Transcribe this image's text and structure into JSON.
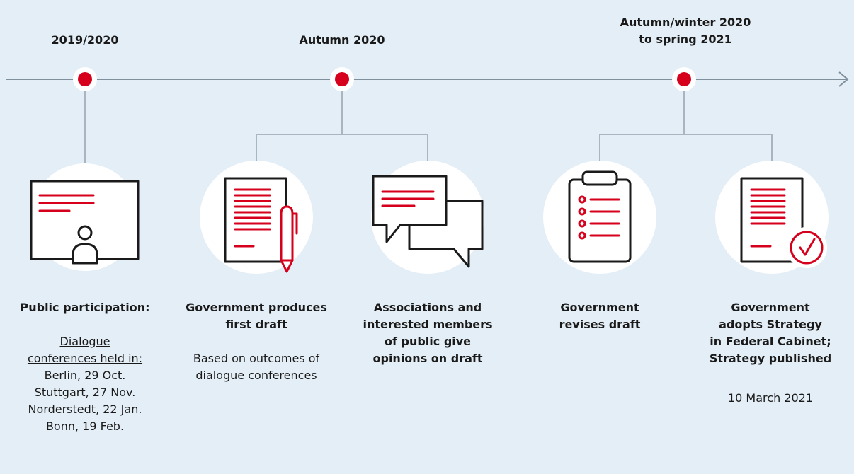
{
  "periods": [
    {
      "label": "2019/2020"
    },
    {
      "label": "Autumn 2020"
    },
    {
      "label": "Autumn/winter 2020",
      "label2": "to spring 2021"
    }
  ],
  "steps": [
    {
      "title": "Public participation:",
      "sub_underlined_1": "Dialogue",
      "sub_underlined_2": "conferences held in:",
      "events": [
        "Berlin, 29 Oct.",
        "Stuttgart, 27 Nov.",
        "Norderstedt, 22 Jan.",
        "Bonn, 19 Feb."
      ],
      "icon": "presentation-icon"
    },
    {
      "title_1": "Government produces",
      "title_2": "first draft",
      "sub_1": "Based on outcomes of",
      "sub_2": "dialogue conferences",
      "icon": "document-pen-icon"
    },
    {
      "title_1": "Associations and",
      "title_2": "interested members",
      "title_3": "of public give",
      "title_4": "opinions on draft",
      "icon": "speech-bubbles-icon"
    },
    {
      "title_1": "Government",
      "title_2": "revises draft",
      "icon": "clipboard-checklist-icon"
    },
    {
      "title_1": "Government",
      "title_2": "adopts Strategy",
      "title_3": "in Federal Cabinet;",
      "title_4": "Strategy published",
      "sub_1": "10 March 2021",
      "icon": "document-check-icon"
    }
  ],
  "colors": {
    "background": "#e4eef6",
    "accent": "#d6001c",
    "line": "#8a9aa8",
    "circle": "#ffffff"
  }
}
